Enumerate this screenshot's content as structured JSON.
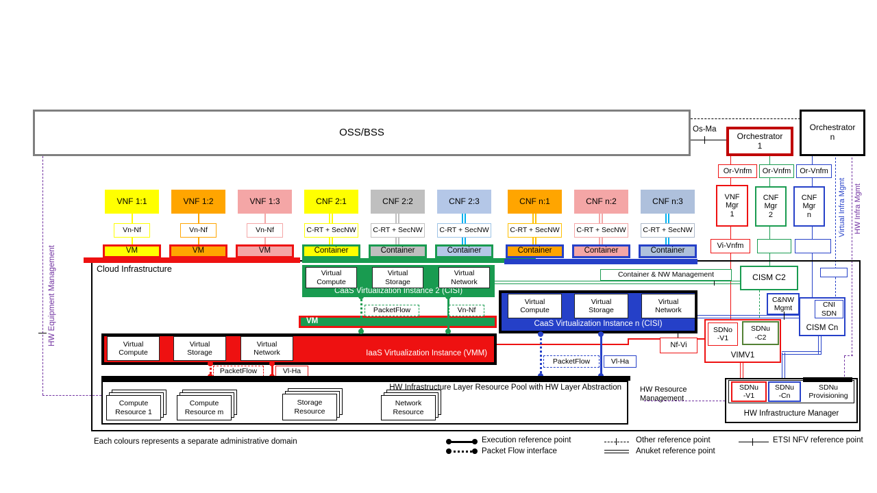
{
  "palette": {
    "red": "#EE1111",
    "dark_red": "#C00000",
    "green": "#199B50",
    "dark_green": "#538135",
    "blue": "#2540C8",
    "cyan": "#00B0F0",
    "purple": "#7030A0",
    "yellow": "#FFFF00",
    "orange": "#FFA500",
    "gold": "#FFC000",
    "pink": "#F4A6A6",
    "gray_fill": "#BFBFBF",
    "light_blue": "#B4C7E7",
    "blue_gray": "#AEC0DC",
    "light_blue_border": "#9DC3E6",
    "blue_gray_border": "#ADB9CA",
    "gray_border": "#7F7F7F"
  },
  "top": {
    "oss_bss": "OSS/BSS",
    "os_ma": "Os-Ma",
    "orchestrator_1": "Orchestrator\n1",
    "orchestrator_n": "Orchestrator\nn",
    "or_vnfm": [
      "Or-Vnfm",
      "Or-Vnfm",
      "Or-Vnfm"
    ]
  },
  "managers": {
    "vnf_mgr_1": "VNF\nMgr\n1",
    "cnf_mgr_2": "CNF\nMgr\n2",
    "cnf_mgr_n": "CNF\nMgr\nn",
    "vi_vnfm": "Vi-Vnfm"
  },
  "side": {
    "virtual_infra_mgmt": "Virtual Infra Mgmt",
    "hw_infra_mgmt": "HW Infra Mgmt",
    "hw_equipment_management": "HW Equipment Management",
    "hw_resource_management": "HW Resource\nManagement"
  },
  "nf_row": [
    {
      "nf": "VNF 1:1",
      "iface": "Vn-Nf",
      "runtime": "VM"
    },
    {
      "nf": "VNF 1:2",
      "iface": "Vn-Nf",
      "runtime": "VM"
    },
    {
      "nf": "VNF 1:3",
      "iface": "Vn-Nf",
      "runtime": "VM"
    },
    {
      "nf": "CNF 2:1",
      "iface": "C-RT + SecNW",
      "runtime": "Container"
    },
    {
      "nf": "CNF 2:2",
      "iface": "C-RT + SecNW",
      "runtime": "Container"
    },
    {
      "nf": "CNF 2:3",
      "iface": "C-RT + SecNW",
      "runtime": "Container"
    },
    {
      "nf": "CNF n:1",
      "iface": "C-RT + SecNW",
      "runtime": "Container"
    },
    {
      "nf": "CNF n:2",
      "iface": "C-RT + SecNW",
      "runtime": "Container"
    },
    {
      "nf": "CNF n:3",
      "iface": "C-RT + SecNW",
      "runtime": "Container"
    }
  ],
  "cloud": {
    "title": "Cloud  Infrastructure",
    "cisi2": {
      "cells": [
        "Virtual\nCompute",
        "Virtual\nStorage",
        "Virtual\nNetwork"
      ],
      "title": "CaaS Virtualization Instance 2 (CISI)",
      "packetflow": "PacketFlow",
      "vn_nf": "Vn-Nf"
    },
    "vm_bar": "VM",
    "iaas": {
      "cells": [
        "Virtual\nCompute",
        "Virtual\nStorage",
        "Virtual\nNetwork"
      ],
      "title": "IaaS Virtualization Instance (VMM)",
      "packetflow": "PacketFlow",
      "vl_ha": "Vl-Ha"
    },
    "cisin": {
      "cells": [
        "Virtual\nCompute",
        "Virtual\nStorage",
        "Virtual\nNetwork"
      ],
      "title": "CaaS Virtualization Instance n (CISI)",
      "packetflow": "PacketFlow",
      "vl_ha": "Vl-Ha"
    },
    "container_nw_management": "Container & NW  Management",
    "cism_c2": "CISM C2",
    "cnw_mgmt": "C&NW\nMgmt",
    "cism_cn": "CISM Cn",
    "cni_sdn": "CNI\nSDN",
    "nf_vi": "Nf-Vi",
    "vimv1": {
      "title": "VIMV1",
      "sdno_v1": "SDNo\n-V1",
      "sdnu_c2": "SDNu\n-C2"
    },
    "hw_pool": {
      "title": "HW Infrastructure Layer Resource Pool with HW Layer Abstraction",
      "resources": [
        "Compute\nResource 1",
        "Compute\nResource m",
        "Storage\nResource",
        "Network\nResource"
      ]
    },
    "hw_infra_mgr": {
      "title": "HW Infrastructure Manager",
      "sdnu_v1": "SDNu\n-V1",
      "sdnu_cn": "SDNu\n-Cn",
      "sdnu_provisioning": "SDNu\nProvisioning"
    }
  },
  "legend": {
    "note": "Each colours represents a separate administrative domain",
    "execution": "Execution reference point",
    "packet_flow": "Packet Flow interface",
    "other": "Other reference point",
    "anuket": "Anuket reference point",
    "etsi": "ETSI NFV reference point"
  }
}
